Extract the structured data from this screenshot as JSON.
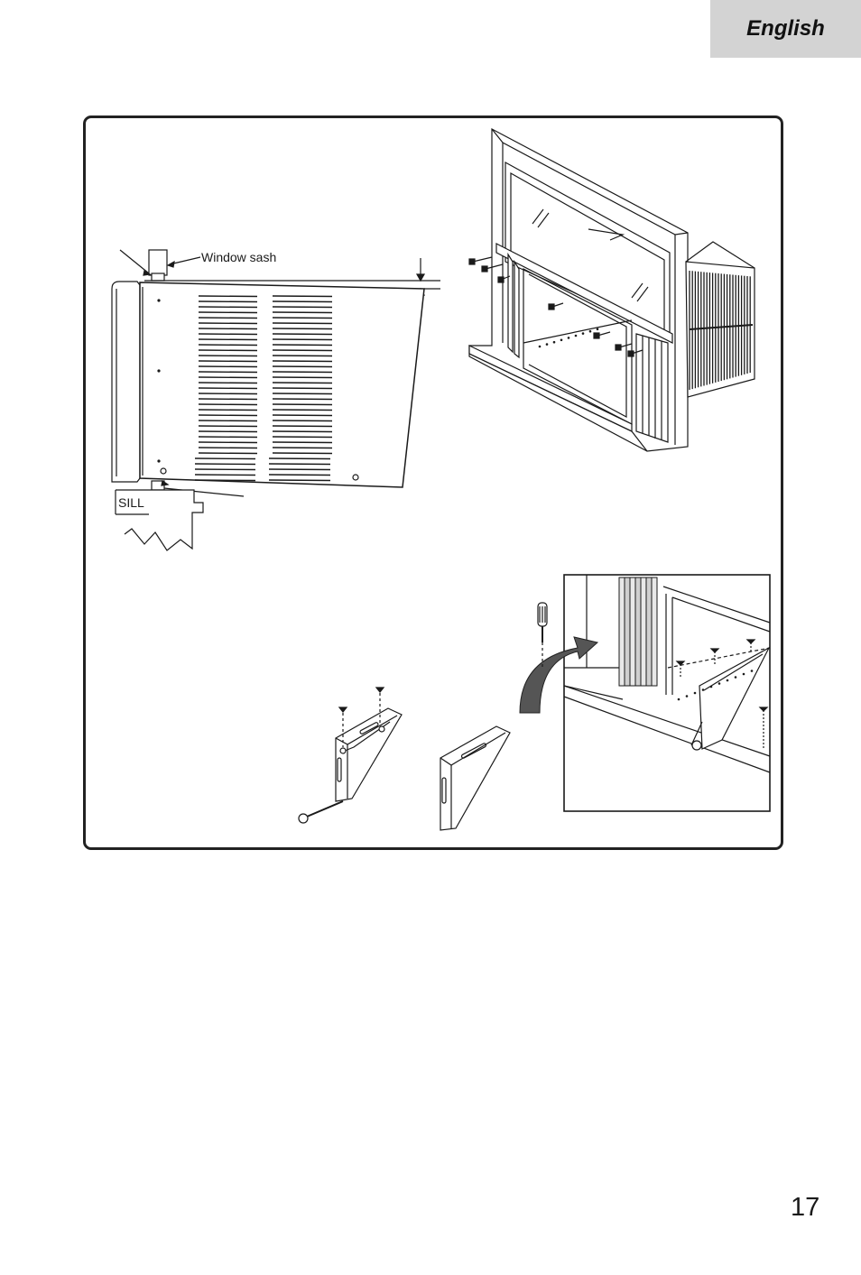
{
  "header": {
    "language_tab": "English"
  },
  "figure": {
    "side_view": {
      "window_sash_label": "Window  sash",
      "sill_label": "SILL"
    }
  },
  "footer": {
    "page_number": "17"
  }
}
